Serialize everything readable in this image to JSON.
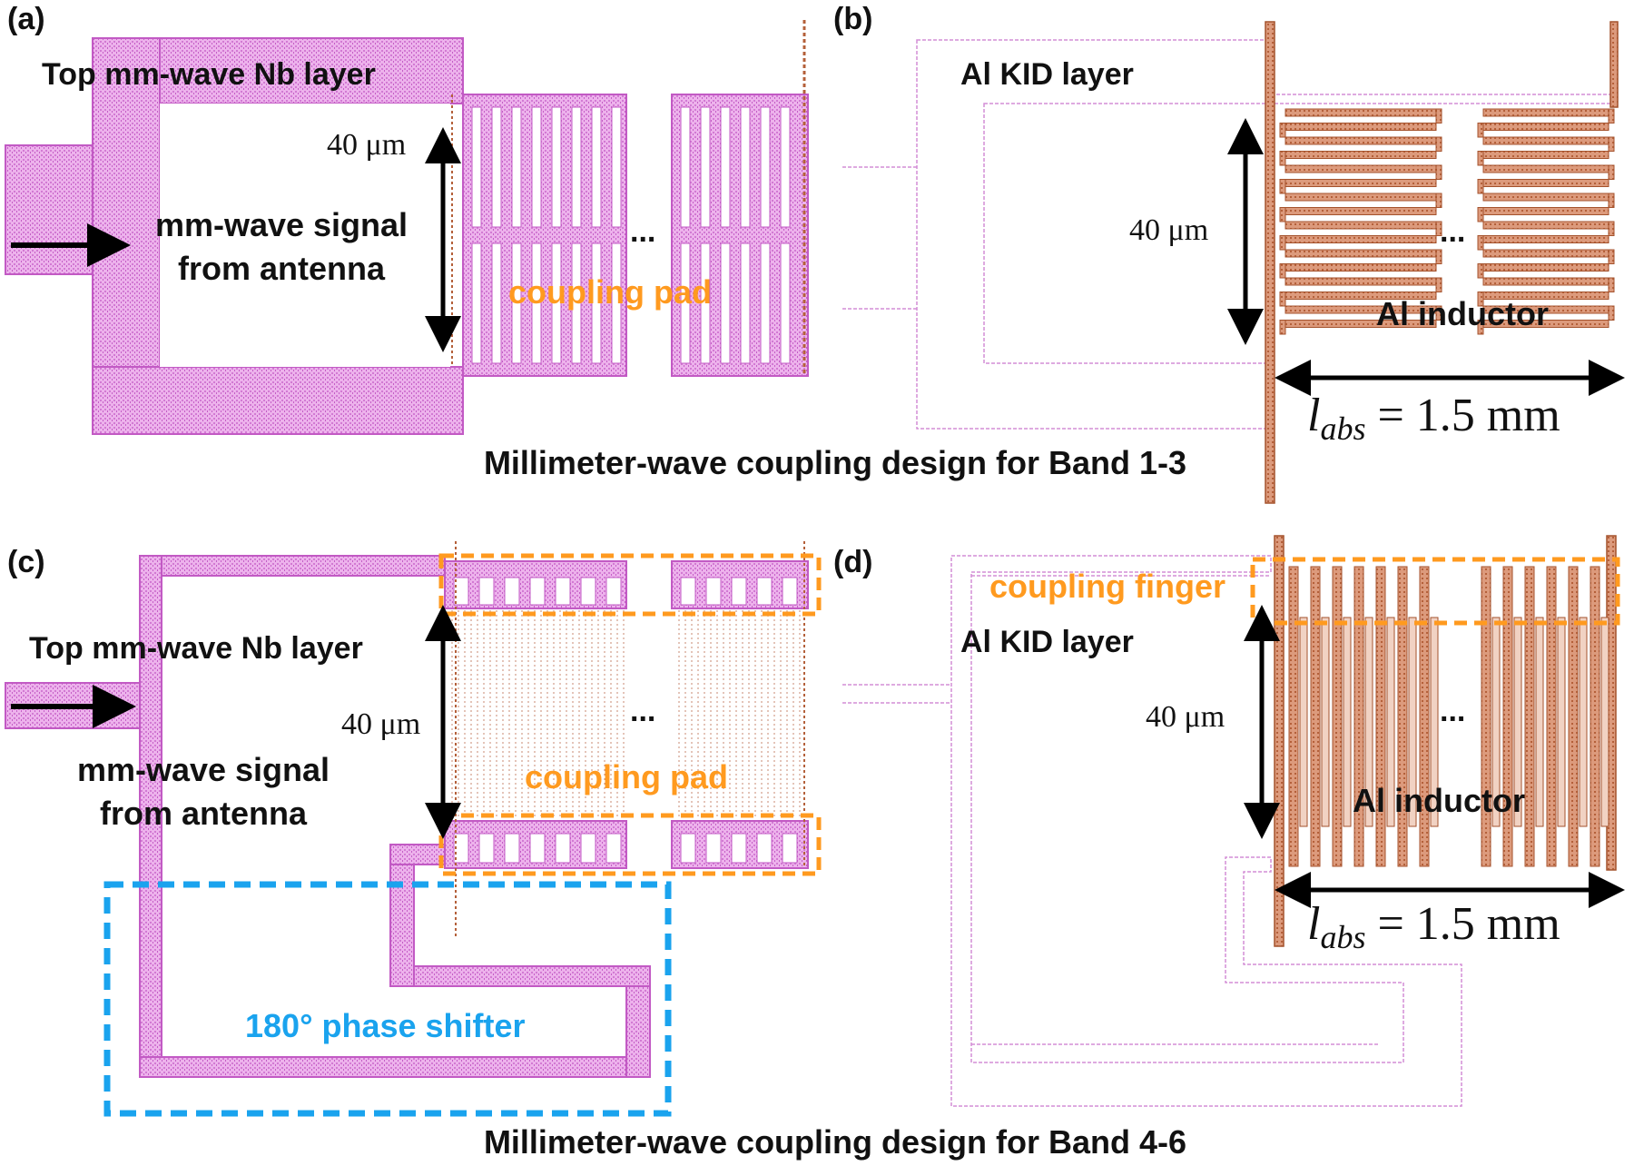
{
  "panels": {
    "a": {
      "label": "(a)",
      "layer_label": "Top mm-wave Nb layer",
      "signal_line1": "mm-wave signal",
      "signal_line2": "from antenna",
      "dimension": "40 μm",
      "coupling_label": "coupling pad",
      "ellipsis": "..."
    },
    "b": {
      "label": "(b)",
      "layer_label": "Al KID layer",
      "dimension": "40 μm",
      "inductor_label": "Al inductor",
      "ellipsis": "...",
      "length_var": "l",
      "length_sub": "abs",
      "length_value": " = 1.5 mm"
    },
    "c": {
      "label": "(c)",
      "layer_label": "Top mm-wave Nb layer",
      "signal_line1": "mm-wave signal",
      "signal_line2": "from antenna",
      "dimension": "40 μm",
      "coupling_label": "coupling pad",
      "phase_label": "180° phase shifter",
      "ellipsis": "..."
    },
    "d": {
      "label": "(d)",
      "layer_label": "Al KID layer",
      "coupling_label": "coupling finger",
      "dimension": "40 μm",
      "inductor_label": "Al inductor",
      "ellipsis": "...",
      "length_var": "l",
      "length_sub": "abs",
      "length_value": " = 1.5 mm"
    }
  },
  "captions": {
    "top": "Millimeter-wave coupling design for Band 1-3",
    "bottom": "Millimeter-wave coupling design for Band 4-6"
  },
  "colors": {
    "nb_fill": "#e9a6e8",
    "nb_stroke": "#c25ac4",
    "al_fill": "#d98f6e",
    "al_stroke": "#a4522c",
    "kid_outline": "#d48ed6",
    "orange": "#ff9a1f",
    "blue": "#1aa3ee",
    "text": "#111111"
  }
}
